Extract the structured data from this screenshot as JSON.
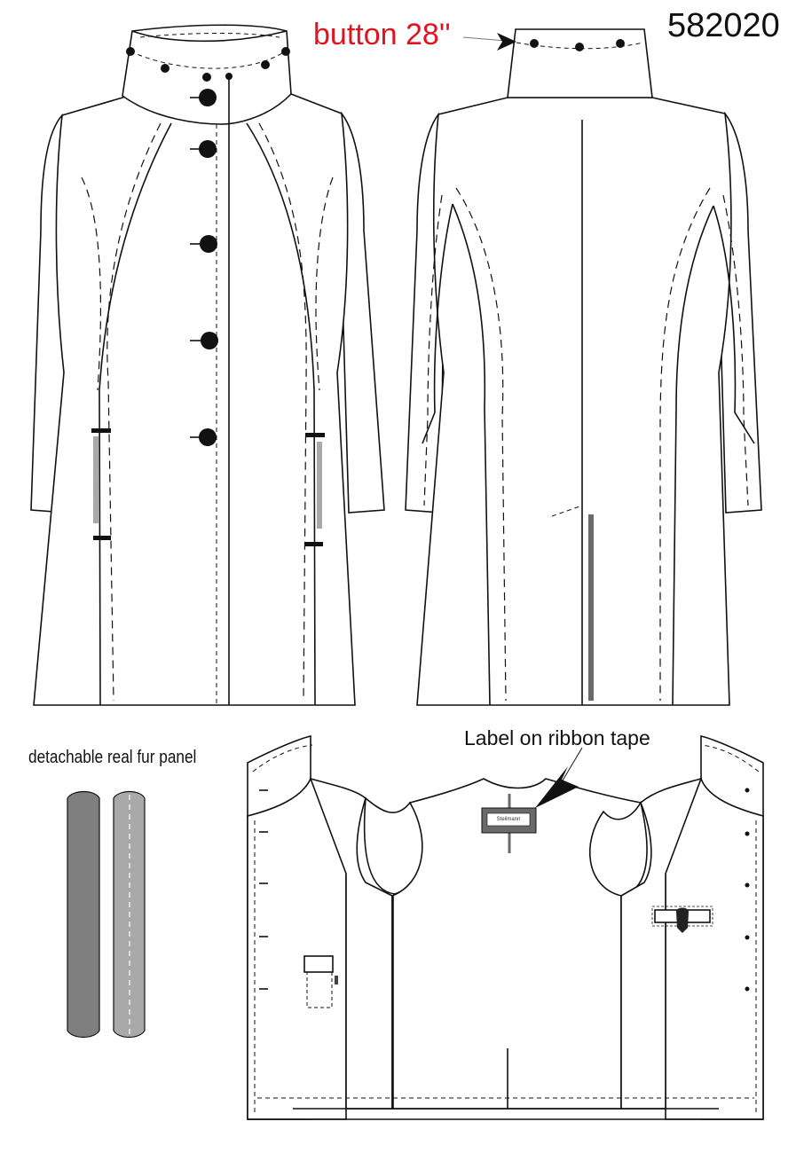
{
  "style_number": "582020",
  "annotations": {
    "button_note": "button 28''",
    "ribbon_label_note": "Label on ribbon tape",
    "fur_panel_note": "detachable real fur panel",
    "label_patch_text": "Steilmann"
  },
  "colors": {
    "accent_text": "#e0141e",
    "outline": "#111111",
    "fur_panel_dark": "#7f7f7f",
    "fur_panel_light": "#a9a9a9",
    "accent_gray": "#6a6a6a"
  },
  "views": [
    "front-view",
    "back-view",
    "inside-view",
    "fur-panel-pair"
  ],
  "details": {
    "front_buttons": 5,
    "collar_buttons": 6,
    "back_collar_buttons": 3
  }
}
